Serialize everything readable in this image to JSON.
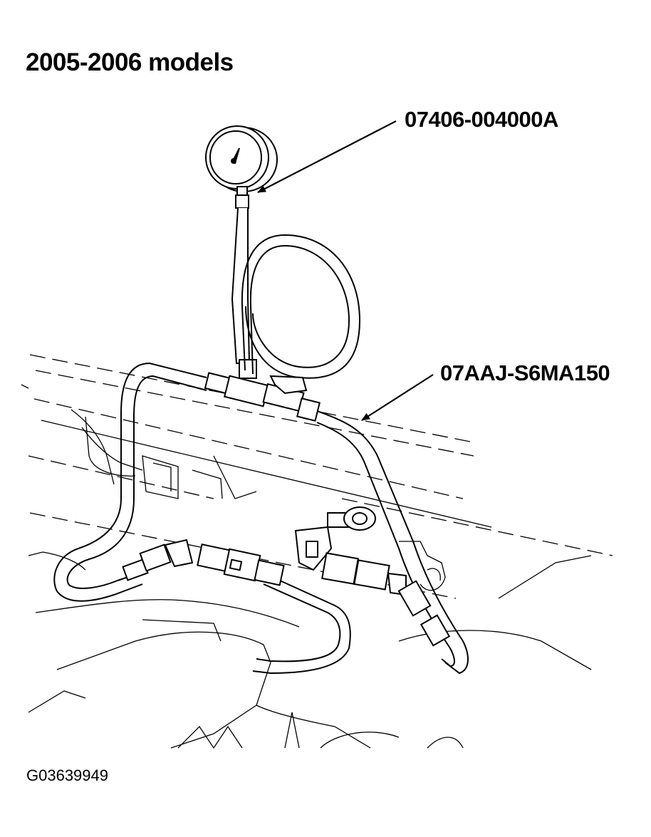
{
  "figure": {
    "title": "2005-2006 models",
    "figure_id": "G03639949"
  },
  "callouts": {
    "gauge_part_number": "07406-004000A",
    "hose_part_number": "07AAJ-S6MA150"
  }
}
